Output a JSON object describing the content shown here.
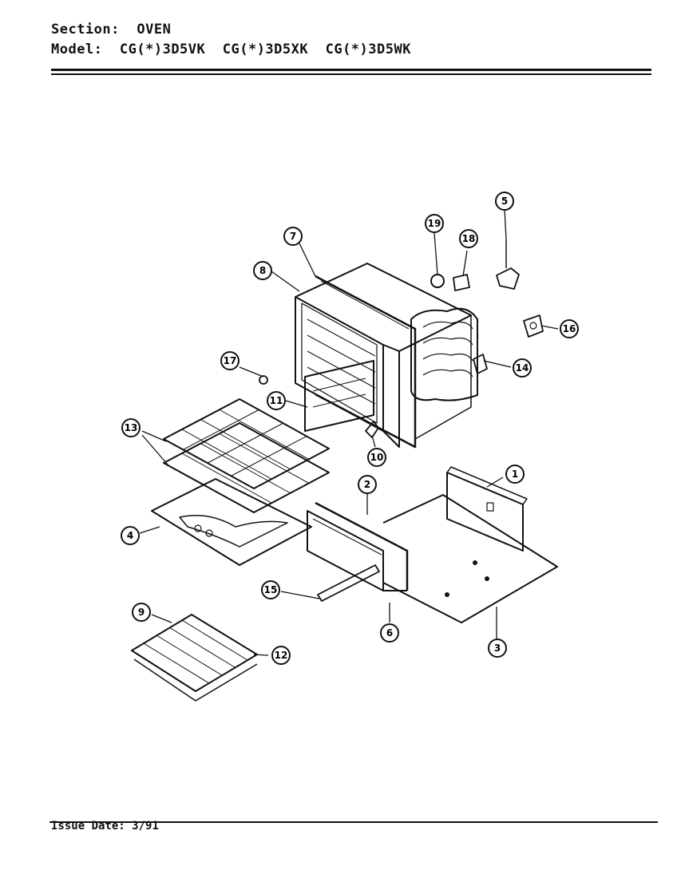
{
  "header": {
    "section_label": "Section:",
    "section_value": "OVEN",
    "model_label": "Model:",
    "models": [
      "CG(*)3D5VK",
      "CG(*)3D5XK",
      "CG(*)3D5WK"
    ]
  },
  "footer": {
    "issue_label": "Issue Date:",
    "issue_value": "3/91"
  },
  "callouts": [
    "1",
    "2",
    "3",
    "4",
    "5",
    "6",
    "7",
    "8",
    "9",
    "10",
    "11",
    "12",
    "13",
    "14",
    "15",
    "16",
    "17",
    "18",
    "19"
  ],
  "colors": {
    "ink": "#111111",
    "paper": "#ffffff"
  }
}
